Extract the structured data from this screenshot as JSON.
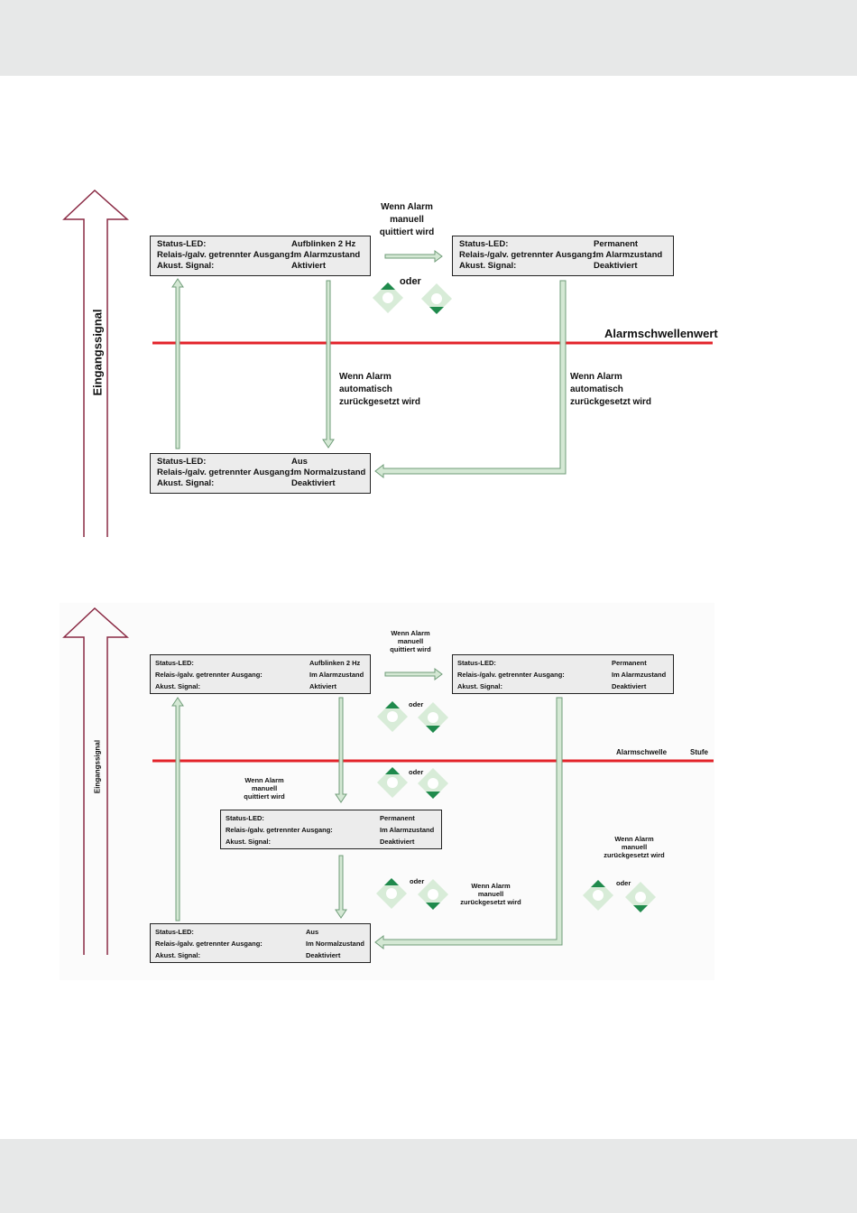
{
  "colors": {
    "threshold": "#e3232a",
    "arrow_fill": "#d4e8d4",
    "arrow_stroke": "#6f9c78",
    "input_arrow": "#8a2a44",
    "box_bg": "#ececec",
    "key_green": "#1f8a4c",
    "key_light": "#d8ecd8"
  },
  "diagram1": {
    "axis_label": "Eingangssignal",
    "threshold_label": "Alarmschwellenwert",
    "box_alarm": {
      "row1": {
        "label": "Status-LED:",
        "value": "Aufblinken 2 Hz"
      },
      "row2": {
        "label": "Relais-/galv. getrennter Ausgang:",
        "value": "Im Alarmzustand"
      },
      "row3": {
        "label": "Akust. Signal:",
        "value": "Aktiviert"
      }
    },
    "box_ack": {
      "row1": {
        "label": "Status-LED:",
        "value": "Permanent"
      },
      "row2": {
        "label": "Relais-/galv. getrennter Ausgang:",
        "value": "Im Alarmzustand"
      },
      "row3": {
        "label": "Akust. Signal:",
        "value": "Deaktiviert"
      }
    },
    "box_normal": {
      "row1": {
        "label": "Status-LED:",
        "value": "Aus"
      },
      "row2": {
        "label": "Relais-/galv. getrennter Ausgang:",
        "value": "Im Normalzustand"
      },
      "row3": {
        "label": "Akust. Signal:",
        "value": "Deaktiviert"
      }
    },
    "manual_ack": {
      "line1": "Wenn Alarm",
      "line2": "manuell",
      "line3": "quittiert wird"
    },
    "auto_reset_left": {
      "line1": "Wenn Alarm",
      "line2": "automatisch",
      "line3": "zurückgesetzt wird"
    },
    "auto_reset_right": {
      "line1": "Wenn Alarm",
      "line2": "automatisch",
      "line3": "zurückgesetzt wird"
    },
    "oder": "oder",
    "keypad_icons": [
      "keypad-up-icon",
      "keypad-down-icon"
    ]
  },
  "diagram2": {
    "axis_label": "Eingangssignal",
    "threshold_label": "Alarmschwelle",
    "threshold_suffix": "Stufe",
    "box_alarm": {
      "row1": {
        "label": "Status-LED:",
        "value": "Aufblinken 2 Hz"
      },
      "row2": {
        "label": "Relais-/galv. getrennter Ausgang:",
        "value": "Im Alarmzustand"
      },
      "row3": {
        "label": "Akust. Signal:",
        "value": "Aktiviert"
      }
    },
    "box_ack": {
      "row1": {
        "label": "Status-LED:",
        "value": "Permanent"
      },
      "row2": {
        "label": "Relais-/galv. getrennter Ausgang:",
        "value": "Im Alarmzustand"
      },
      "row3": {
        "label": "Akust. Signal:",
        "value": "Deaktiviert"
      }
    },
    "box_ack_below": {
      "row1": {
        "label": "Status-LED:",
        "value": "Permanent"
      },
      "row2": {
        "label": "Relais-/galv. getrennter Ausgang:",
        "value": "Im Alarmzustand"
      },
      "row3": {
        "label": "Akust. Signal:",
        "value": "Deaktiviert"
      }
    },
    "box_normal": {
      "row1": {
        "label": "Status-LED:",
        "value": "Aus"
      },
      "row2": {
        "label": "Relais-/galv. getrennter Ausgang:",
        "value": "Im Normalzustand"
      },
      "row3": {
        "label": "Akust. Signal:",
        "value": "Deaktiviert"
      }
    },
    "manual_ack_top": {
      "line1": "Wenn Alarm",
      "line2": "manuell",
      "line3": "quittiert wird"
    },
    "manual_ack_mid": {
      "line1": "Wenn Alarm",
      "line2": "manuell",
      "line3": "quittiert wird"
    },
    "manual_reset": {
      "line1": "Wenn Alarm",
      "line2": "manuell",
      "line3": "zurückgesetzt wird"
    },
    "manual_reset_right": {
      "line1": "Wenn Alarm",
      "line2": "manuell",
      "line3": "zurückgesetzt wird"
    },
    "oder": "oder"
  }
}
